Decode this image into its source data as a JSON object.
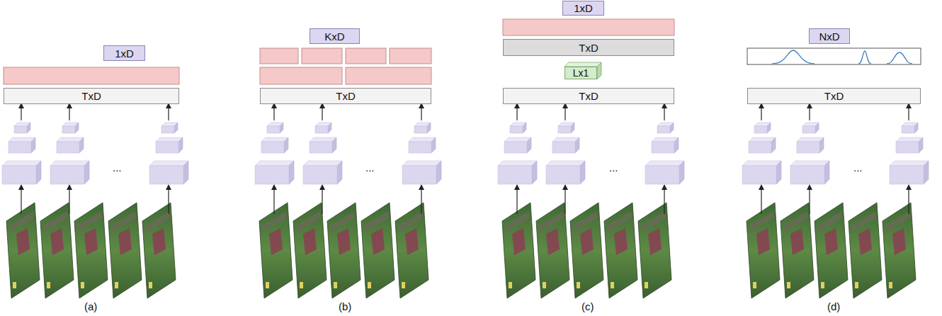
{
  "diagram": {
    "nodes": [
      {
        "text": [
          "1xD"
        ]
      },
      {
        "text": [
          "TxD"
        ]
      },
      {
        "text": [
          "KxD"
        ]
      },
      {
        "text": [
          "TxD"
        ]
      },
      {
        "text": [
          "1xD"
        ]
      },
      {
        "text": [
          "TxD"
        ]
      },
      {
        "text": [
          "Lx1"
        ]
      },
      {
        "text": [
          "TxD"
        ]
      },
      {
        "text": [
          "NxD"
        ]
      },
      {
        "text": [
          "TxD"
        ]
      }
    ],
    "labels": [
      "...",
      "(a)",
      "...",
      "(b)",
      "...",
      "(c)",
      "...",
      "(d)"
    ]
  }
}
